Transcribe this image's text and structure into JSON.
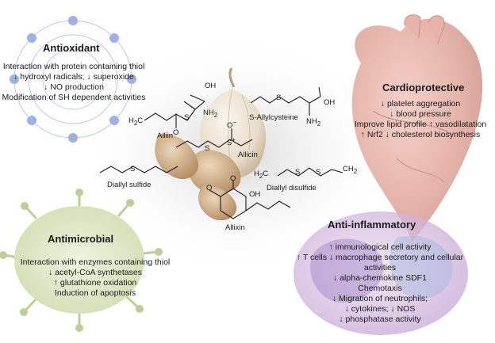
{
  "panels": {
    "antioxidant": {
      "title": "Antioxidant",
      "lines": [
        "Interaction with protein containing thiol",
        "↓ hydroxyl radicals; ↓ superoxide",
        "↓ NO production",
        "Modification of SH dependent activities"
      ]
    },
    "cardioprotective": {
      "title": "Cardioprotective",
      "lines": [
        "↓ platelet aggregation",
        "↓ blood pressure",
        "Improve lipid profile ↑ vasodilatation",
        "↑ Nrf2 ↓ cholesterol biosynthesis"
      ]
    },
    "antimicrobial": {
      "title": "Antimicrobial",
      "lines": [
        "Interaction with enzymes containing thiol",
        "↓ acetyl-CoA synthetases",
        "↑ glutathione oxidation",
        "Induction of apoptosis"
      ]
    },
    "anti_inflammatory": {
      "title": "Anti-inflammatory",
      "lines": [
        "↑ immunological cell activity",
        "↑ T cells ↓ macrophage secretory and cellular",
        "activities",
        "↓ alpha-chemokine SDF1",
        "Chemotaxis",
        "↓ Migration of neutrophils;",
        "↓ cytokines; ↓ NOS",
        "↓ phosphatase activity"
      ]
    }
  },
  "compounds": {
    "alliin": "Alliin",
    "s_allylcysteine": "S-Allylcysteine",
    "allicin": "Allicin",
    "diallyl_sulfide": "Diallyl sulfide",
    "diallyl_disulfide": "Diallyl disulfide",
    "allixin": "Allixin"
  },
  "atoms": {
    "oh": "OH",
    "nh2": "NH",
    "h2c": "H",
    "ch2": "CH",
    "two": "2",
    "s": "S",
    "o": "O",
    "o_minus": "O",
    "s_plus": "S",
    "minus": "−",
    "plus": "+"
  }
}
